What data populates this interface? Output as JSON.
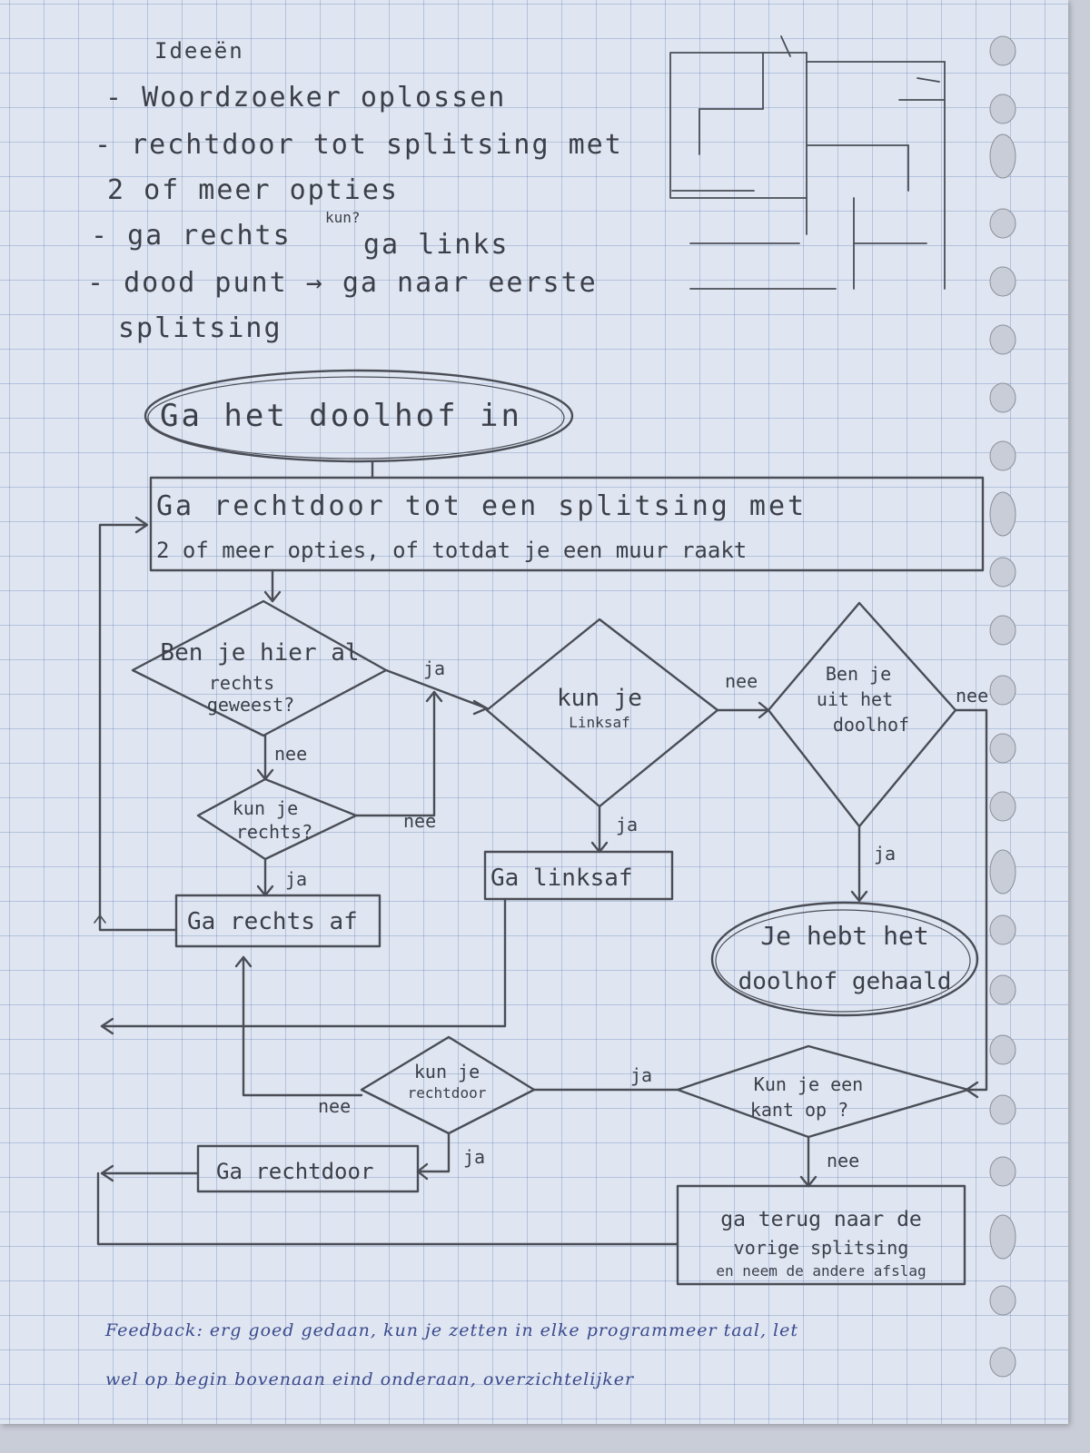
{
  "notes": {
    "heading": "Ideeën",
    "lines": [
      "- Woordzoeker oplossen",
      "- rechtdoor tot splitsing met",
      "2 of meer opties",
      "- ga rechts",
      "kun?",
      "ga links",
      "- dood punt → ga naar eerste",
      "splitsing"
    ]
  },
  "flowchart": {
    "start": "Ga het doolhof in",
    "process_straight": [
      "Ga rechtdoor tot een splitsing met",
      "2 of meer opties, of totdat je een muur raakt"
    ],
    "q_been_right": [
      "Ben je hier al",
      "rechts",
      "geweest?"
    ],
    "q_can_right": [
      "kun je",
      "rechts?"
    ],
    "act_right": "Ga rechts af",
    "q_can_left": [
      "kun je",
      "Linksaf"
    ],
    "act_left": "Ga linksaf",
    "q_out": [
      "Ben je",
      "uit het",
      "doolhof"
    ],
    "end": [
      "Je hebt het",
      "doolhof gehaald"
    ],
    "q_straight": [
      "kun je",
      "rechtdoor"
    ],
    "act_straight": "Ga rechtdoor",
    "q_side": [
      "Kun je een",
      "kant op ?"
    ],
    "act_back": [
      "ga terug naar de",
      "vorige splitsing",
      "en neem de andere afslag"
    ],
    "labels": {
      "ja_1": "ja",
      "nee_1": "nee",
      "nee_2": "nee",
      "ja_2": "ja",
      "nee_3": "nee",
      "ja_3": "ja",
      "nee_4": "nee",
      "ja_4": "ja",
      "nee_5": "nee",
      "ja_5": "ja",
      "ja_6": "ja",
      "nee_6": "nee"
    }
  },
  "feedback": {
    "line1": "Feedback: erg goed gedaan, kun je zetten in elke programmeer taal, let",
    "line2": "wel op begin bovenaan eind onderaan, overzichtelijker"
  },
  "colors": {
    "pencil": "#4a4d55",
    "pen": "#3b4a8c",
    "paper": "#dfe6f2"
  }
}
